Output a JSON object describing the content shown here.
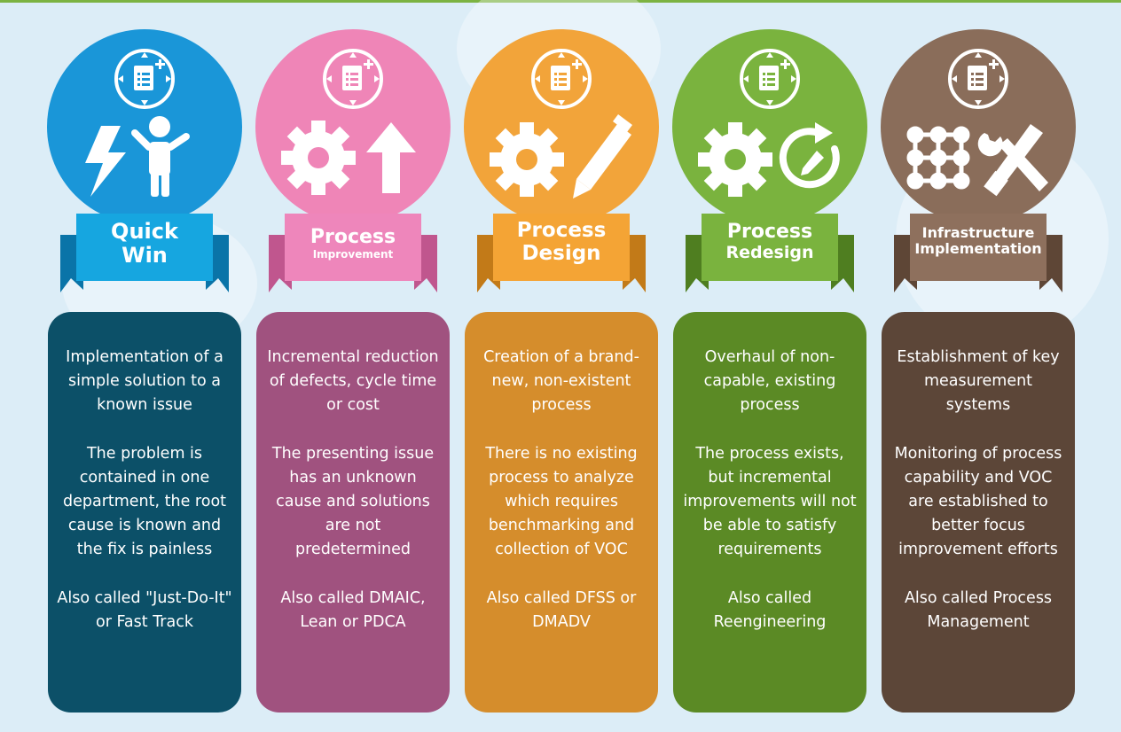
{
  "columns": [
    {
      "id": "quick-win",
      "title_line1": "Quick",
      "title_line2": "Win",
      "color": "#1a96d8",
      "ribbon_color": "#16a6e0",
      "ribbon_dark": "#0a74a8",
      "card_color": "#0c5068",
      "icons": [
        "checklist-icon",
        "lightning-icon",
        "person-icon"
      ],
      "description": "Implementation of a simple solution to a known issue",
      "detail": "The problem is contained in one department, the root cause is known and the fix is painless",
      "aka": "Also called \"Just-Do-It\" or Fast Track"
    },
    {
      "id": "process-improvement",
      "title_line1": "Process",
      "title_line2": "Improvement",
      "color": "#ef85b7",
      "ribbon_color": "#ee86bb",
      "ribbon_dark": "#c0568e",
      "card_color": "#a0527f",
      "icons": [
        "checklist-icon",
        "gear-icon",
        "arrow-up-icon"
      ],
      "description": "Incremental reduction of defects, cycle time or cost",
      "detail": "The presenting issue has an unknown cause and solutions are not predetermined",
      "aka": "Also called DMAIC, Lean or PDCA"
    },
    {
      "id": "process-design",
      "title_line1": "Process",
      "title_line2": "Design",
      "color": "#f2a43a",
      "ribbon_color": "#f4a435",
      "ribbon_dark": "#c27a18",
      "card_color": "#d58d2c",
      "icons": [
        "checklist-icon",
        "gear-icon",
        "pencil-icon"
      ],
      "description": "Creation of a brand-new, non-existent process",
      "detail": "There is no existing process to analyze which requires benchmarking and collection of VOC",
      "aka": "Also called DFSS or DMADV"
    },
    {
      "id": "process-redesign",
      "title_line1": "Process",
      "title_line2": "Redesign",
      "color": "#7ab33e",
      "ribbon_color": "#7ab33e",
      "ribbon_dark": "#4f7e20",
      "card_color": "#5b8a25",
      "icons": [
        "checklist-icon",
        "gear-icon",
        "refresh-pencil-icon"
      ],
      "description": "Overhaul of non-capable, existing process",
      "detail": "The process exists, but incremental improvements will not be able to satisfy requirements",
      "aka": "Also called Reengineering"
    },
    {
      "id": "infrastructure-implementation",
      "title_line1": "Infrastructure",
      "title_line2": "Implementation",
      "color": "#8a6d5a",
      "ribbon_color": "#8e705d",
      "ribbon_dark": "#5e4636",
      "card_color": "#5c4638",
      "icons": [
        "checklist-icon",
        "network-grid-icon",
        "wrench-screwdriver-icon"
      ],
      "description": "Establishment of key measurement systems",
      "detail": "Monitoring of process capability and VOC are established to better focus improvement efforts",
      "aka": "Also called Process Management"
    }
  ]
}
